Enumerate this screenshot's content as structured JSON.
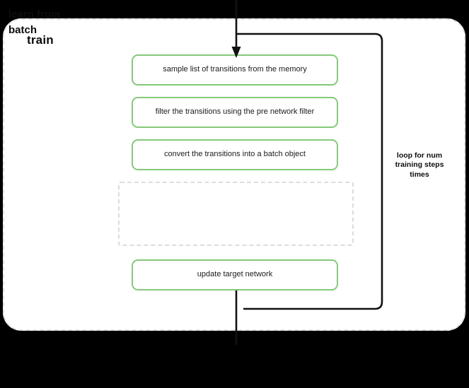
{
  "diagram": {
    "title": "train",
    "groups": [
      {
        "name": "train",
        "label": "train",
        "style": "dashed-rounded"
      },
      {
        "name": "learn-from-batch",
        "label": "learn from\nbatch",
        "style": "dashed-rect"
      }
    ],
    "steps": [
      {
        "id": "sample",
        "label": "sample list of transitions from the memory"
      },
      {
        "id": "filter",
        "label": "filter the transitions using the pre network filter"
      },
      {
        "id": "convert",
        "label": "convert the transitions into a batch object"
      },
      {
        "id": "update",
        "label": "update target network"
      }
    ],
    "loop": {
      "caption": "loop for num\ntraining steps\ntimes"
    },
    "colors": {
      "process_border": "#85c97a",
      "group_border": "#e2e2e2",
      "subgroup_border": "#dcdcdc",
      "connector": "#111111",
      "canvas": "#000000",
      "surface": "#ffffff",
      "text": "#0d0d0d"
    }
  }
}
